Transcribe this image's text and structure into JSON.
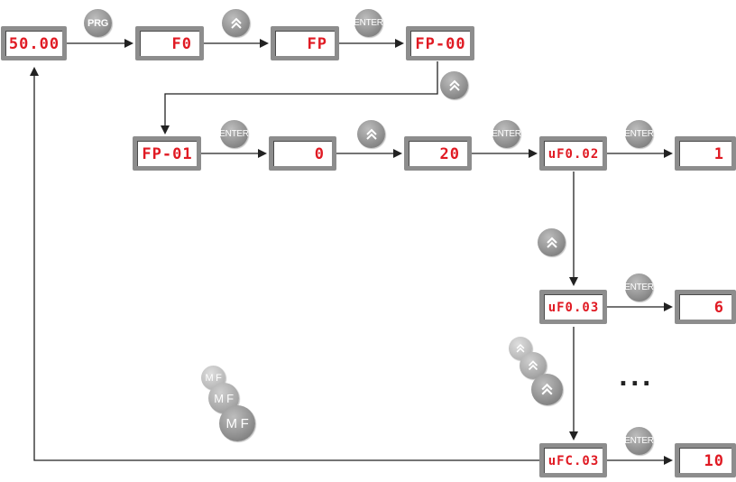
{
  "displays": {
    "d1": "50.00",
    "d2": "F0",
    "d3": "FP",
    "d4": "FP-00",
    "d5": "FP-01",
    "d6": "0",
    "d7": "20",
    "d8": "uF0.02",
    "d9": "1",
    "d10": "uF0.03",
    "d11": "6",
    "d12": "uFC.03",
    "d13": "10"
  },
  "keys": {
    "prg": "PRG",
    "enter": "ENTER",
    "mf": "M F",
    "up_icon": "chevron-double-up-icon"
  },
  "ellipsis": "...",
  "colors": {
    "display_text": "#e01a23",
    "key_fill": "#939393",
    "frame": "#8d8d8d",
    "arrow": "#222222"
  }
}
